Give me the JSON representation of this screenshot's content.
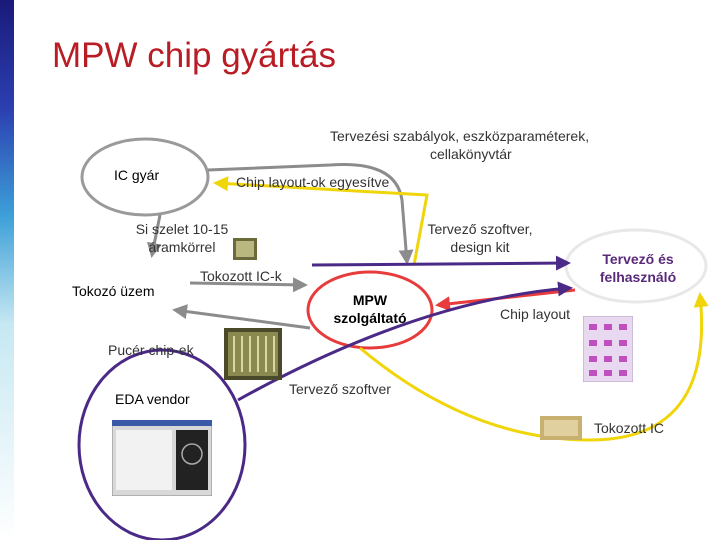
{
  "title": "MPW chip gyártás",
  "nodes": {
    "ic_gyar": "IC gyár",
    "tokozo_uzem": "Tokozó üzem",
    "eda_vendor": "EDA vendor",
    "mpw_line1": "MPW",
    "mpw_line2": "szolgáltató",
    "tervezo_line1": "Tervező és",
    "tervezo_line2": "felhasználó"
  },
  "edges": {
    "rules_line1": "Tervezési szabályok, eszközparaméterek,",
    "rules_line2": "cellakönyvtár",
    "chip_layout_combined": "Chip layout-ok egyesítve",
    "si_szelet_line1": "Si szelet 10-15",
    "si_szelet_line2": "áramkörrel",
    "tervezo_szoftver_kit_line1": "Tervező szoftver,",
    "tervezo_szoftver_kit_line2": "design kit",
    "tokozott_ic_k": "Tokozott IC-k",
    "chip_layout": "Chip layout",
    "pucer_chip_ek": "Pucér chip-ek",
    "tervezo_szoftver": "Tervező szoftver",
    "tokozott_ic": "Tokozott IC"
  },
  "colors": {
    "title": "#b81c24",
    "arrow_gray": "#8c8c8c",
    "arrow_yellow": "#f0d50a",
    "arrow_purple": "#4a2a86",
    "arrow_red": "#e83c3c",
    "node_ic_gyar": "#9a9a9a",
    "node_tokozo": "#ffffff",
    "node_mpw": "#e83c3c",
    "node_tervezo": "#e8e8e8",
    "node_eda": "#4a2a86"
  }
}
